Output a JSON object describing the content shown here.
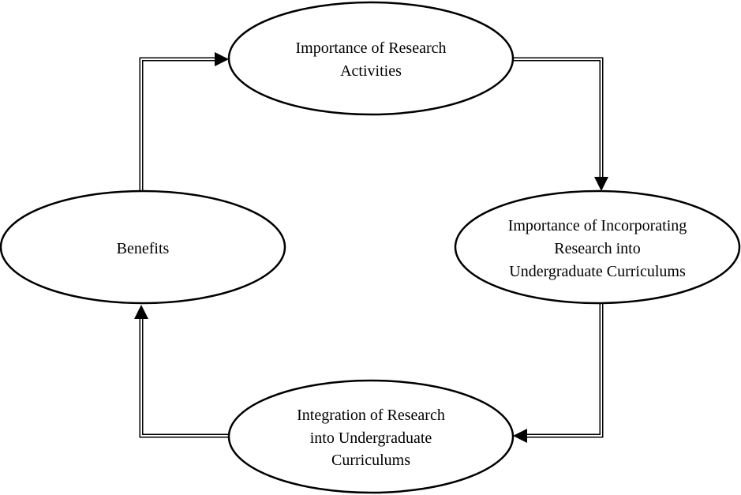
{
  "nodes": {
    "research_activities": {
      "lines": [
        "Importance of Research",
        "Activities"
      ]
    },
    "incorporating_research": {
      "lines": [
        "Importance of Incorporating",
        "Research into",
        "Undergraduate Curriculums"
      ]
    },
    "integration": {
      "lines": [
        "Integration of Research",
        "into Undergraduate",
        "Curriculums"
      ]
    },
    "benefits": {
      "lines": [
        "Benefits"
      ]
    }
  }
}
